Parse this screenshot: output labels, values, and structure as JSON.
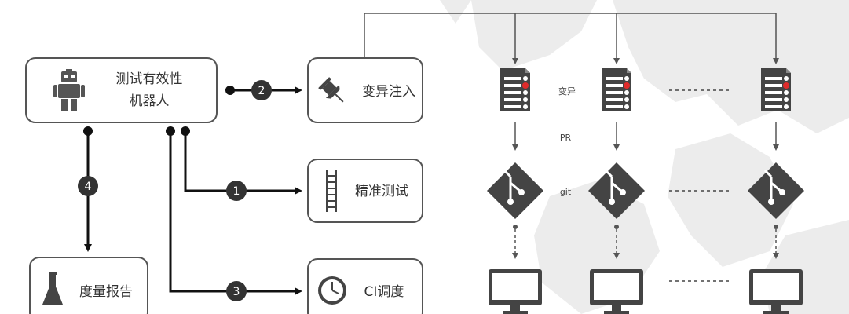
{
  "colors": {
    "stroke": "#444444",
    "arrow": "#111111",
    "badge": "#333333",
    "icon": "#444444",
    "accent": "#e02b2b",
    "bg_map": "#e9e9e9"
  },
  "nodes": {
    "robot": {
      "line1": "测试有效性",
      "line2": "机器人",
      "icon": "robot-icon"
    },
    "mutation": {
      "label": "变异注入",
      "icon": "pushpin-icon"
    },
    "precise": {
      "label": "精准测试",
      "icon": "ladder-icon"
    },
    "ci": {
      "label": "CI调度",
      "icon": "clock-icon"
    },
    "report": {
      "label": "度量报告",
      "icon": "flask-icon"
    }
  },
  "badges": {
    "one": "1",
    "two": "2",
    "three": "3",
    "four": "4"
  },
  "pipeline_labels": {
    "mutate": "变异",
    "pr": "PR",
    "git": "git"
  }
}
